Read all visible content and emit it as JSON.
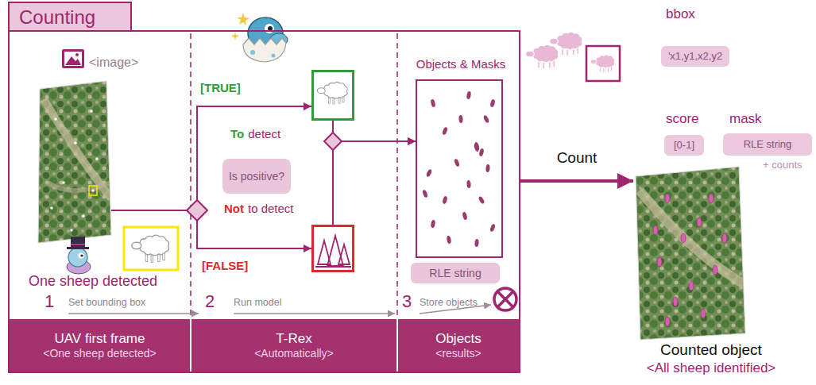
{
  "diagram": {
    "nodes": [
      {
        "text": [
          "Counting"
        ]
      },
      {
        "text": [
          "<image>"
        ],
        "in": 0
      },
      {
        "text": [
          "[TRUE]"
        ],
        "in": 0
      },
      {
        "text": [
          "Is positive?"
        ],
        "in": 0
      },
      {
        "text": [
          "[FALSE]"
        ],
        "in": 0
      },
      {
        "text": [
          "Objects & Masks"
        ],
        "in": 0
      },
      {
        "text": [
          "RLE string"
        ],
        "in": 0
      },
      {
        "text": [
          "UAV first frame",
          "<One sheep detected>"
        ],
        "in": 0
      },
      {
        "text": [
          "T-Rex",
          "<Automatically>"
        ],
        "in": 0
      },
      {
        "text": [
          "Objects",
          "<results>"
        ],
        "in": 0
      },
      {
        "text": [
          "bbox",
          "'x1,y1,x2,y2"
        ]
      },
      {
        "text": [
          "score",
          "[0-1]"
        ]
      },
      {
        "text": [
          "mask",
          "RLE string"
        ]
      },
      {
        "text": [
          "Counted object",
          "<All sheep identified>"
        ]
      }
    ],
    "edges": [
      {
        "from": 1,
        "to": 2,
        "arrow": "to"
      },
      {
        "from": 1,
        "to": 4,
        "arrow": "to"
      },
      {
        "from": 2,
        "to": 5,
        "arrow": "to"
      },
      {
        "from": 4,
        "to": 5,
        "arrow": "to"
      },
      {
        "from": 0,
        "to": 13,
        "label": "Count",
        "arrow": "to"
      }
    ],
    "labels": [
      "To",
      "detect",
      "Not",
      "to detect",
      "One sheep detected",
      "1",
      "Set bounding box",
      "2",
      "Run model",
      "3",
      "Store objects",
      "+ counts"
    ]
  }
}
